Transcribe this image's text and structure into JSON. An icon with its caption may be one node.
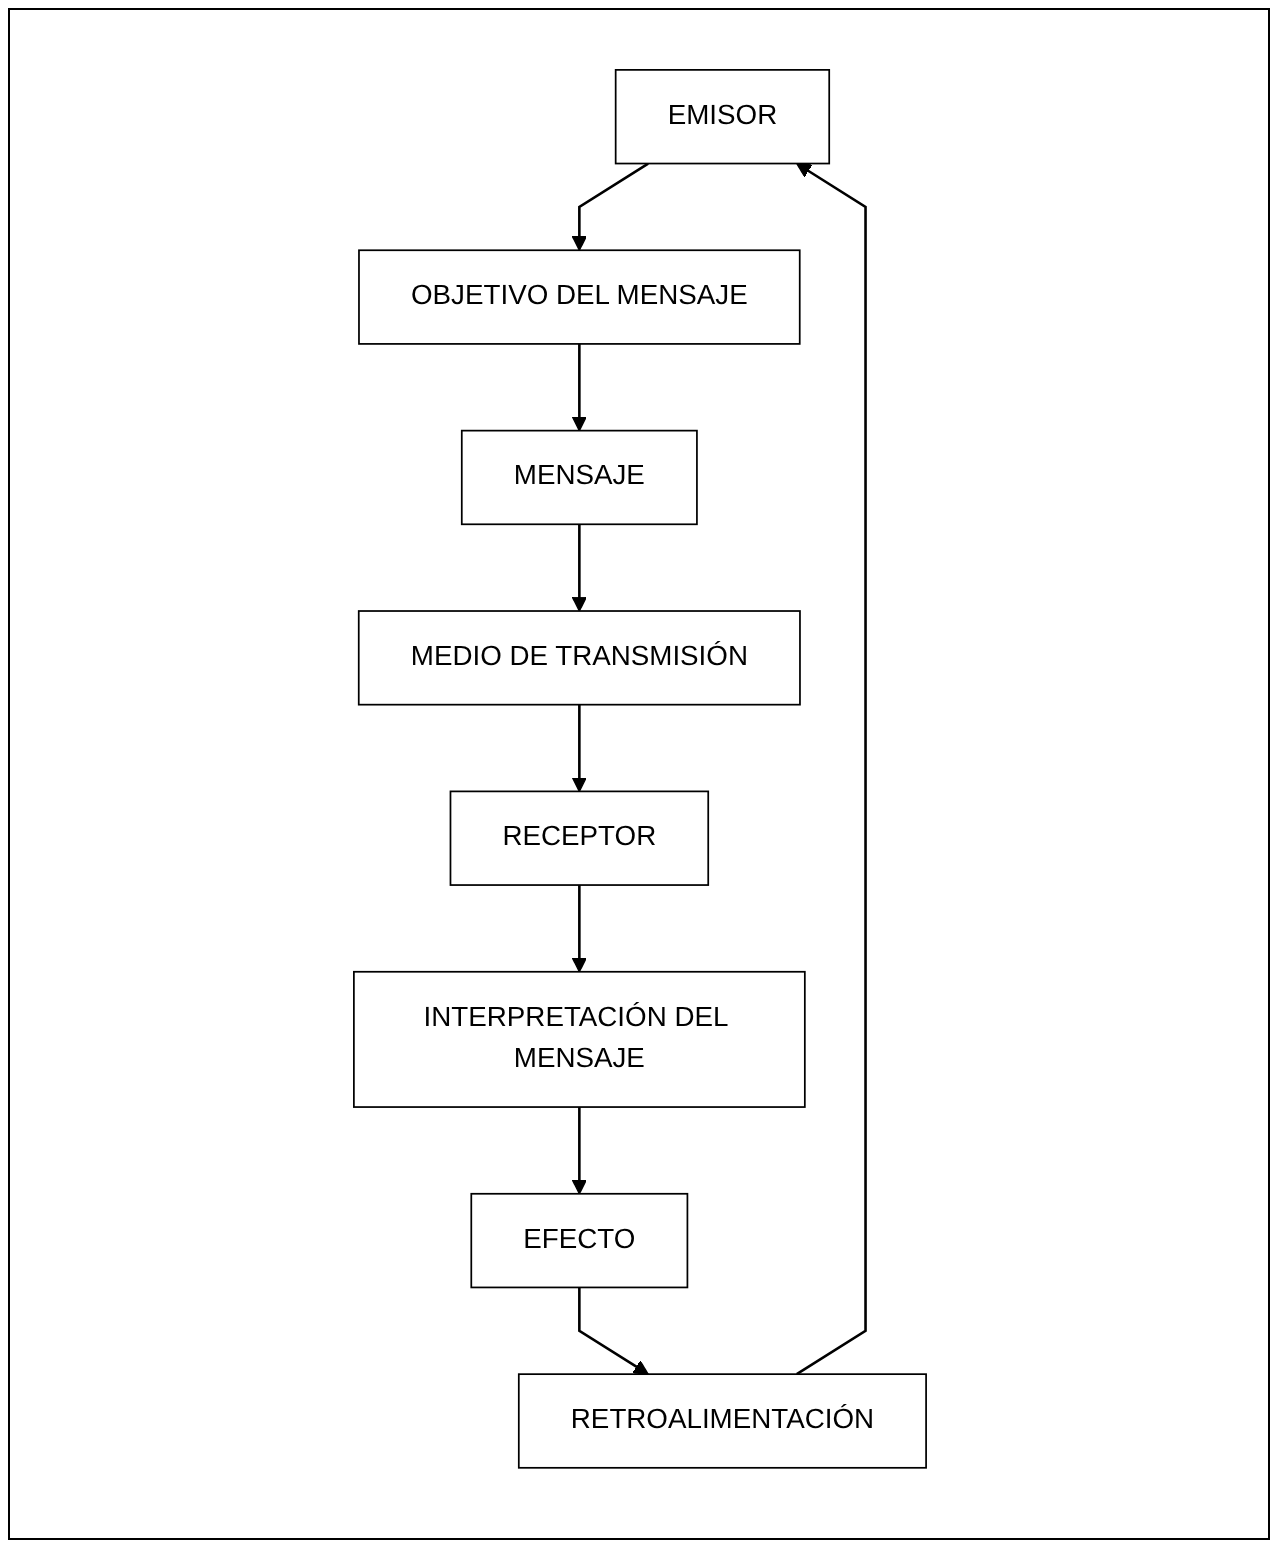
{
  "diagram": {
    "nodes": [
      {
        "text": [
          "EMISOR"
        ]
      },
      {
        "text": [
          "OBJETIVO DEL MENSAJE"
        ]
      },
      {
        "text": [
          "MENSAJE"
        ]
      },
      {
        "text": [
          "MEDIO DE TRANSMISIÓN"
        ]
      },
      {
        "text": [
          "RECEPTOR"
        ]
      },
      {
        "text": [
          "INTERPRETACIÓN DEL MENSAJE"
        ]
      },
      {
        "text": [
          "EFECTO"
        ]
      },
      {
        "text": [
          "RETROALIMENTACIÓN"
        ]
      }
    ],
    "edges": [
      {
        "from": 0,
        "to": 1,
        "arrow": "to"
      },
      {
        "from": 1,
        "to": 2,
        "arrow": "to"
      },
      {
        "from": 2,
        "to": 3,
        "arrow": "to"
      },
      {
        "from": 3,
        "to": 4,
        "arrow": "to"
      },
      {
        "from": 4,
        "to": 5,
        "arrow": "to"
      },
      {
        "from": 5,
        "to": 6,
        "arrow": "to"
      },
      {
        "from": 6,
        "to": 7,
        "arrow": "to"
      },
      {
        "from": 7,
        "to": 0,
        "arrow": "to"
      }
    ]
  }
}
